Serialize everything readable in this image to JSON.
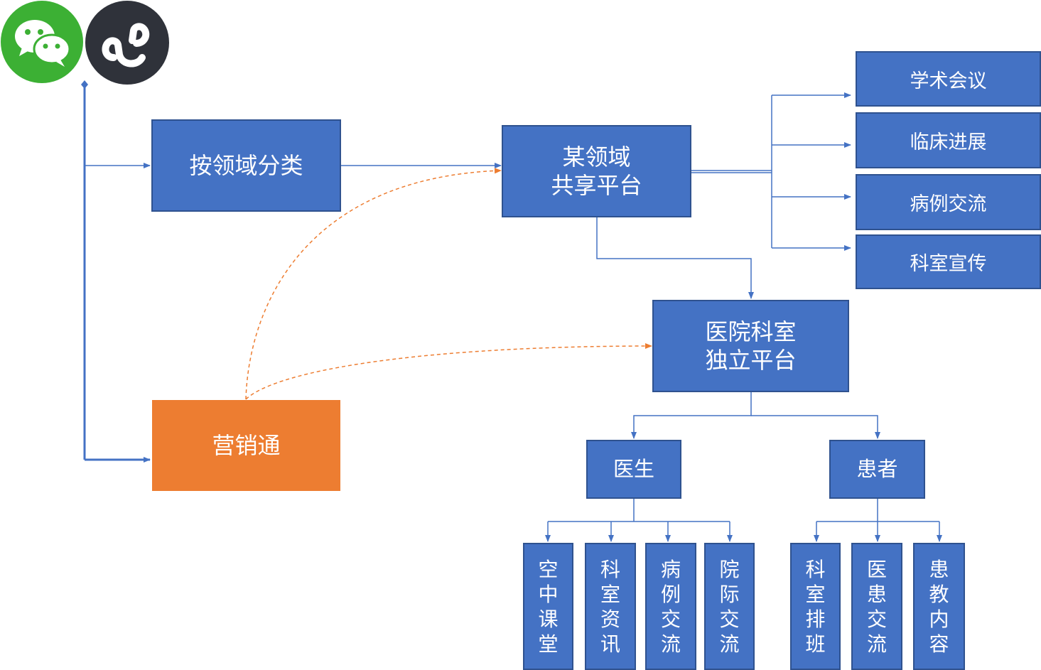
{
  "colors": {
    "box_blue": "#4472c4",
    "box_border": "#2f528f",
    "orange": "#ed7d31",
    "wechat_green": "#3cb034",
    "mini_program_dark": "#2f323a",
    "connector": "#4472c4",
    "dashed_orange": "#ed7d31"
  },
  "icons": {
    "wechat": "wechat-icon",
    "mini_program": "mini-program-icon"
  },
  "nodes": {
    "classify": "按领域分类",
    "marketing": "营销通",
    "shared_platform": {
      "line1": "某领域",
      "line2": "共享平台"
    },
    "hospital_platform": {
      "line1": "医院科室",
      "line2": "独立平台"
    },
    "doctor": "医生",
    "patient": "患者"
  },
  "shared_children": [
    "学术会议",
    "临床进展",
    "病例交流",
    "科室宣传"
  ],
  "doctor_children": [
    "空中课堂",
    "科室资讯",
    "病例交流",
    "院际交流"
  ],
  "patient_children": [
    "科室排班",
    "医患交流",
    "患教内容"
  ]
}
